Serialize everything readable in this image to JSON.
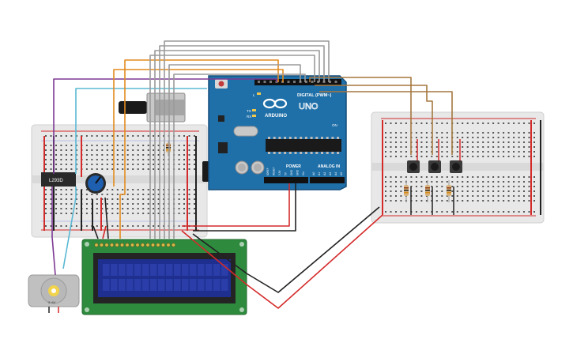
{
  "arduino": {
    "brand": "ARDUINO",
    "model": "UNO",
    "digital_label": "DIGITAL (PWM~)",
    "power_label": "POWER",
    "analog_label": "ANALOG IN",
    "tx_label": "TX",
    "rx_label": "RX",
    "l_label": "L",
    "on_label": "ON",
    "power_pins": [
      "IOREF",
      "RESET",
      "3.3V",
      "5V",
      "GND",
      "GND",
      "Vin"
    ],
    "analog_pins": [
      "A0",
      "A1",
      "A2",
      "A3",
      "A4",
      "A5"
    ]
  },
  "ic": {
    "label": "L293D"
  },
  "motor": {
    "label": "3~6V"
  },
  "breadboard_left": {
    "columns": 30,
    "rows": 10
  },
  "breadboard_right": {
    "columns": 30,
    "rows": 10
  },
  "lcd": {
    "pins": 16
  },
  "buttons": {
    "count": 3
  },
  "colors": {
    "board_blue": "#1f6fa8",
    "breadboard": "#e8e8e8",
    "lcd_green": "#2e8b3e",
    "lcd_screen": "#1e2f8f",
    "wire_red": "#d42a2a",
    "wire_black": "#222222",
    "wire_orange": "#e38b1f",
    "wire_purple": "#7d3a94",
    "wire_cyan": "#5ab8d4",
    "wire_gray": "#9a9a9a",
    "wire_brown": "#a5773f"
  }
}
